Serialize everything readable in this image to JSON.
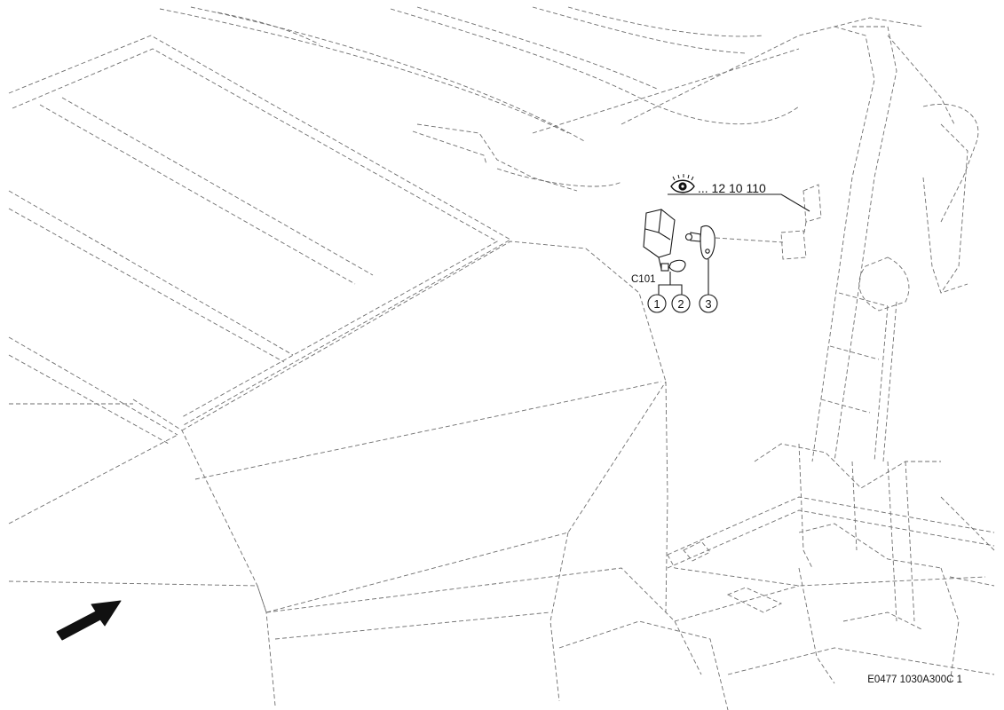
{
  "reference": {
    "text": "... 12 10 110",
    "icon": "eye-icon"
  },
  "connector_label": "C101",
  "callouts": [
    "1",
    "2",
    "3"
  ],
  "drawing_code": "E0477 1030A300C 1",
  "direction_icon": "arrow-icon"
}
